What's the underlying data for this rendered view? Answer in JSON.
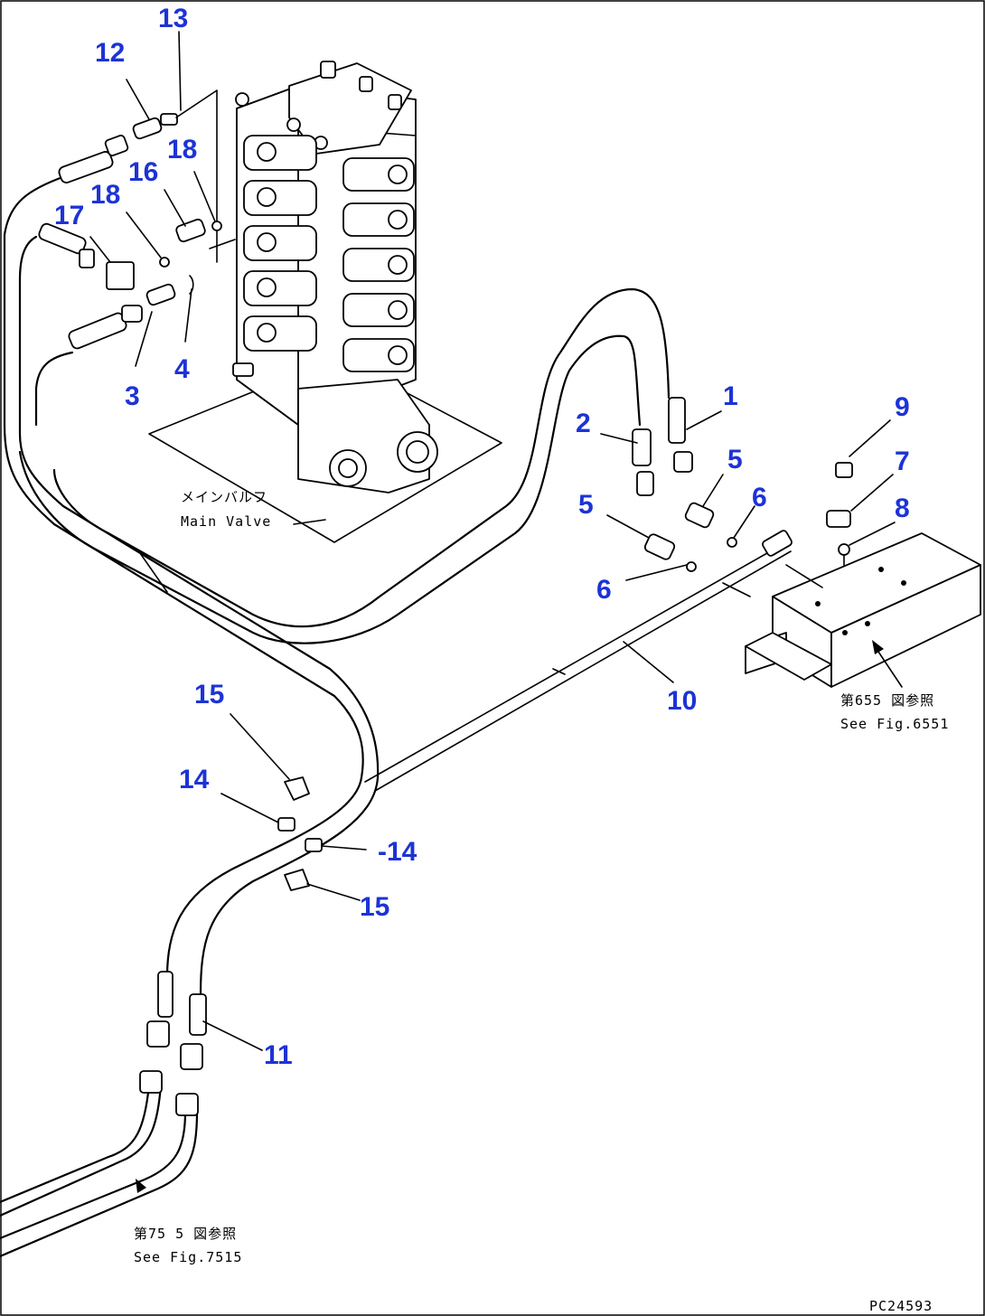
{
  "callouts": {
    "c1": "1",
    "c2": "2",
    "c3": "3",
    "c4": "4",
    "c5a": "5",
    "c5b": "5",
    "c6a": "6",
    "c6b": "6",
    "c7": "7",
    "c8": "8",
    "c9": "9",
    "c10": "10",
    "c11": "11",
    "c12": "12",
    "c13": "13",
    "c14a": "14",
    "c14b": "-14",
    "c15a": "15",
    "c15b": "15",
    "c16": "16",
    "c17": "17",
    "c18a": "18",
    "c18b": "18"
  },
  "notes": {
    "main_valve_jp": "メインバルフ",
    "main_valve_en": "Main Valve",
    "ref_6551_jp": "第655  図参照",
    "ref_6551_en": "See Fig.6551",
    "ref_7515_jp": "第75 5 図参照",
    "ref_7515_en": "See Fig.7515",
    "drawing_code": "PC24593"
  },
  "colors": {
    "callout": "#1d33d6",
    "line": "#000000",
    "background": "#ffffff"
  }
}
